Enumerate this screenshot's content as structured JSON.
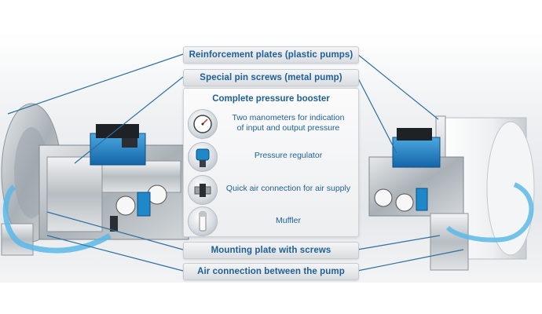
{
  "labels": {
    "reinforcement": "Reinforcement plates (plastic pumps)",
    "pin_screws": "Special pin screws (metal pump)",
    "mounting": "Mounting plate with screws",
    "air_connection": "Air connection between the pump"
  },
  "booster": {
    "title": "Complete pressure booster",
    "features": [
      {
        "icon": "manometer-icon",
        "text_line1": "Two manometers for indication",
        "text_line2": "of input and output pressure"
      },
      {
        "icon": "pressure-regulator-icon",
        "text_line1": "Pressure regulator",
        "text_line2": ""
      },
      {
        "icon": "quick-air-connection-icon",
        "text_line1": "Quick air connection for air supply",
        "text_line2": ""
      },
      {
        "icon": "muffler-icon",
        "text_line1": "Muffler",
        "text_line2": ""
      }
    ]
  },
  "colors": {
    "label_text": "#1f5f96",
    "leader_line": "#2f6f9f",
    "hose": "#5bb8e8",
    "valve": "#1e88c8",
    "steel": "#b9bfc4"
  }
}
